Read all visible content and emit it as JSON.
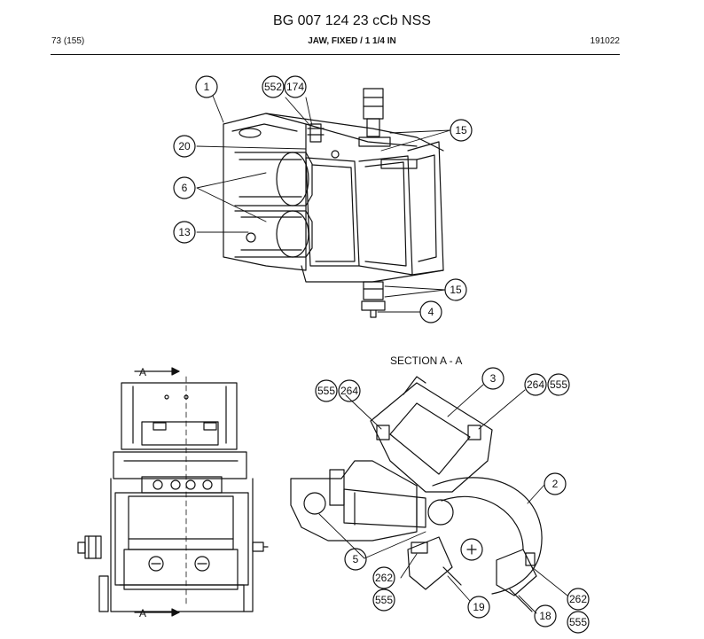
{
  "header": {
    "title": "BG 007 124 23 cCb NSS",
    "page_ref": "73 (155)",
    "part_name": "JAW, FIXED / 1 1/4 IN",
    "date_code": "191022"
  },
  "section_label": "SECTION A - A",
  "view_labels": [
    "A",
    "A"
  ],
  "callouts": [
    "1",
    "552",
    "174",
    "15",
    "20",
    "6",
    "13",
    "15",
    "4",
    "3",
    "555",
    "264",
    "264",
    "555",
    "2",
    "5",
    "262",
    "555",
    "19",
    "18",
    "262",
    "555"
  ]
}
